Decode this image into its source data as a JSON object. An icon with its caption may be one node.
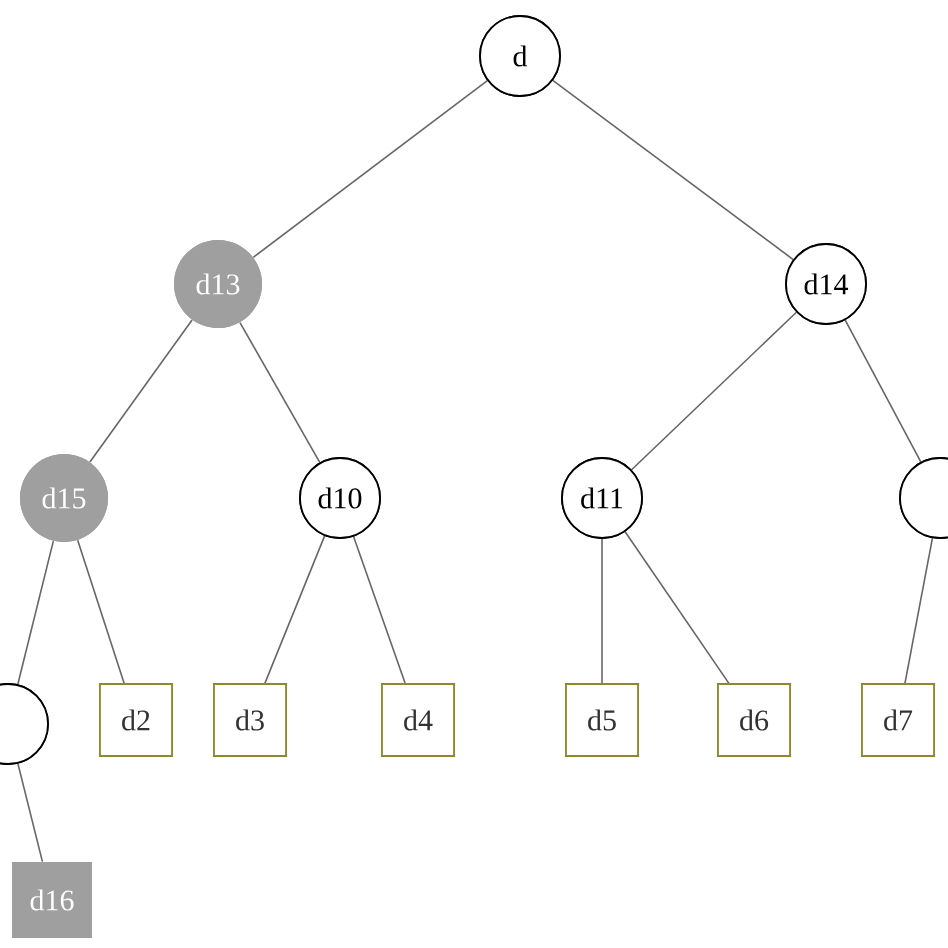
{
  "diagram": {
    "nodes": [
      {
        "text": [
          "d"
        ]
      },
      {
        "text": [
          "d13"
        ]
      },
      {
        "text": [
          "d14"
        ]
      },
      {
        "text": [
          "d15"
        ]
      },
      {
        "text": [
          "d10"
        ]
      },
      {
        "text": [
          "d11"
        ]
      },
      {
        "text": [],
        "shape": "circle"
      },
      {
        "text": [],
        "shape": "circle"
      },
      {
        "text": [
          "d2"
        ]
      },
      {
        "text": [
          "d3"
        ]
      },
      {
        "text": [
          "d4"
        ]
      },
      {
        "text": [
          "d5"
        ]
      },
      {
        "text": [
          "d6"
        ]
      },
      {
        "text": [
          "d7"
        ]
      },
      {
        "text": [
          "d16"
        ]
      }
    ],
    "edges": [
      {
        "from": 0,
        "to": 1,
        "arrow": "none"
      },
      {
        "from": 0,
        "to": 2,
        "arrow": "none"
      },
      {
        "from": 1,
        "to": 3,
        "arrow": "none"
      },
      {
        "from": 1,
        "to": 4,
        "arrow": "none"
      },
      {
        "from": 2,
        "to": 5,
        "arrow": "none"
      },
      {
        "from": 2,
        "to": 7,
        "arrow": "none"
      },
      {
        "from": 3,
        "to": 6,
        "arrow": "none"
      },
      {
        "from": 3,
        "to": 8,
        "arrow": "none"
      },
      {
        "from": 4,
        "to": 9,
        "arrow": "none"
      },
      {
        "from": 4,
        "to": 10,
        "arrow": "none"
      },
      {
        "from": 5,
        "to": 11,
        "arrow": "none"
      },
      {
        "from": 5,
        "to": 12,
        "arrow": "none"
      },
      {
        "from": 7,
        "to": 13,
        "arrow": "none"
      },
      {
        "from": 6,
        "to": 14,
        "arrow": "none"
      }
    ]
  }
}
